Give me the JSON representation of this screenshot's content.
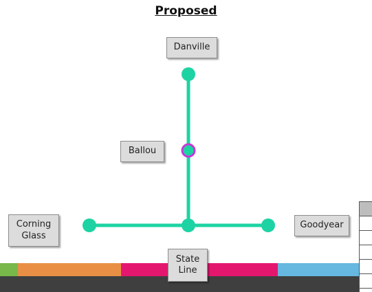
{
  "title": "Proposed",
  "nodes": {
    "danville": "Danville",
    "ballou": "Ballou",
    "corning_glass": "Corning\nGlass",
    "goodyear": "Goodyear",
    "state_line": "State\nLine"
  },
  "colors": {
    "line": "#1ed3a3",
    "ballou_ring": "#c23ad6",
    "stripe_green": "#78b84a",
    "stripe_orange": "#e98f45",
    "stripe_magenta": "#e4176f",
    "stripe_blue": "#66b8e0"
  }
}
